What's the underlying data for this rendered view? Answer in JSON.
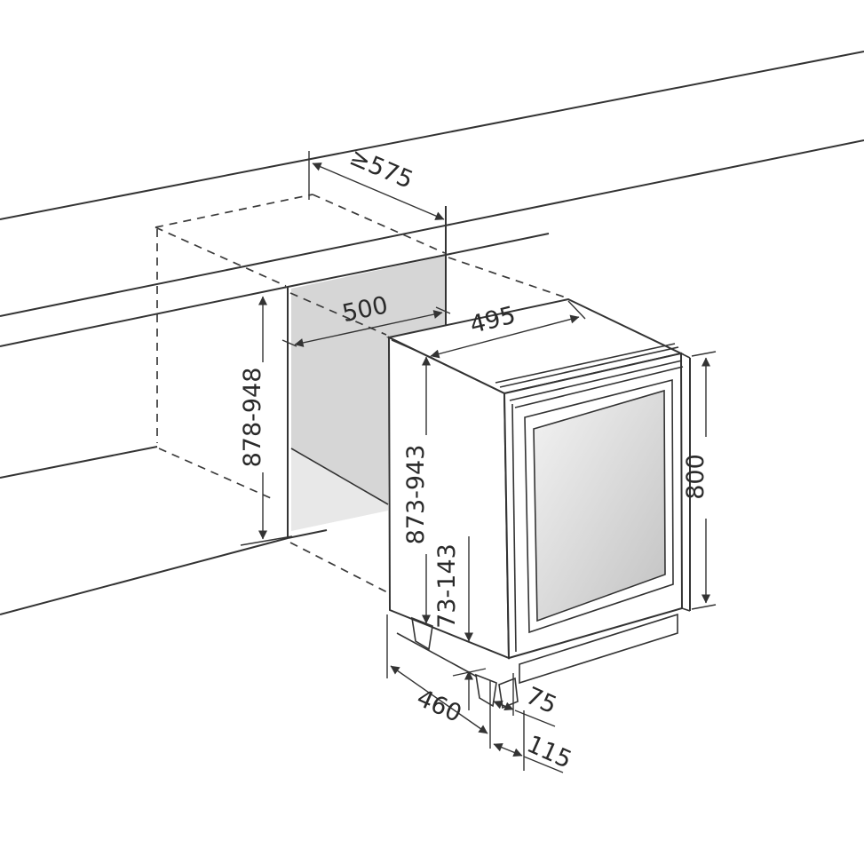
{
  "diagram": {
    "kind": "installation-dimension-drawing",
    "subject": "built-in under-counter appliance with glass door and niche cut-out",
    "units_note": "mm"
  },
  "colors": {
    "line": "#333333",
    "niche_wall": "#d6d6d6",
    "niche_floor": "#e8e8e8",
    "glass_light": "#f3f3f3",
    "glass_dark": "#c2c2c2",
    "background": "#ffffff"
  },
  "dims": {
    "niche_depth": {
      "label": "≥575"
    },
    "niche_width": {
      "label": "500"
    },
    "niche_height": {
      "label": "878-948"
    },
    "appliance_width": {
      "label": "495"
    },
    "appliance_height": {
      "label": "873-943"
    },
    "foot_height": {
      "label": "73-143"
    },
    "door_height": {
      "label": "800"
    },
    "base_depth": {
      "label": "460"
    },
    "foot_offset": {
      "label": "75"
    },
    "door_offset": {
      "label": "115"
    }
  }
}
